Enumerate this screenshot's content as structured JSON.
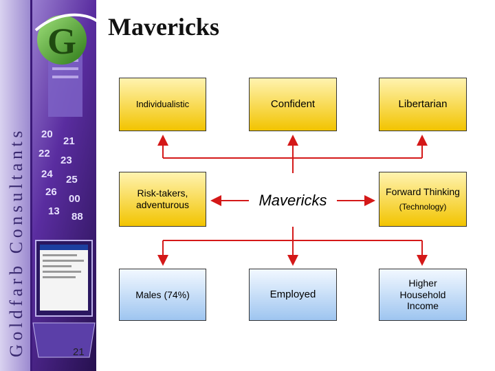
{
  "brand": {
    "vertical_text": "Goldfarb Consultants",
    "logo_letter": "G",
    "accent_color": "#4d9b2c",
    "sidebar_color": "#4a1f8c",
    "calendar_numbers": [
      "20",
      "21",
      "22",
      "23",
      "24",
      "25",
      "26",
      "00",
      "13",
      "88"
    ]
  },
  "slide": {
    "title": "Mavericks",
    "page_number": "21"
  },
  "diagram": {
    "center": "Mavericks",
    "top_row": [
      "Individualistic",
      "Confident",
      "Libertarian"
    ],
    "middle_left": "Risk-takers, adventurous",
    "middle_right": {
      "main": "Forward Thinking",
      "sub": "(Technology)"
    },
    "bottom_row": [
      "Males (74%)",
      "Employed",
      "Higher Household Income"
    ],
    "connector_color": "#d41818"
  }
}
